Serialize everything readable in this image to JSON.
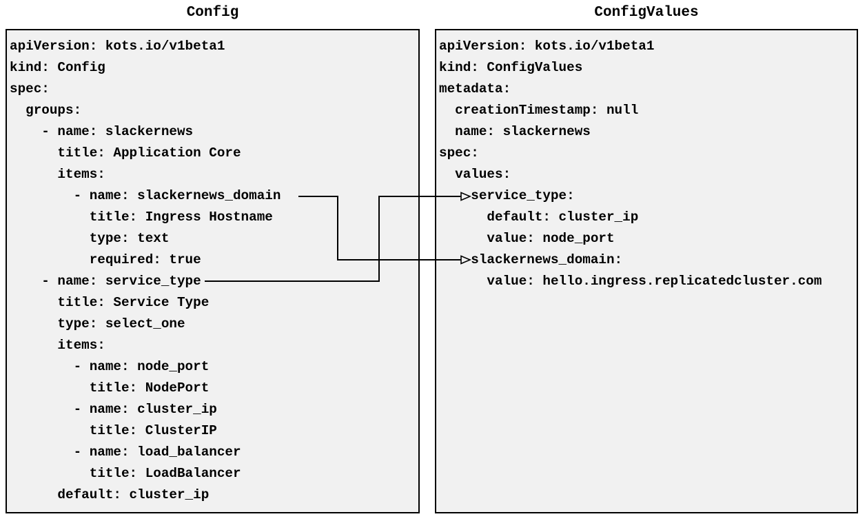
{
  "colors": {
    "page_background": "#ffffff",
    "panel_background": "#f1f1f1",
    "panel_border": "#000000",
    "code_text": "#000000",
    "arrow": "#000000"
  },
  "left_panel": {
    "title": "Config",
    "code_lines": [
      "apiVersion: kots.io/v1beta1",
      "kind: Config",
      "spec:",
      "  groups:",
      "    - name: slackernews",
      "      title: Application Core",
      "      items:",
      "        - name: slackernews_domain",
      "          title: Ingress Hostname",
      "          type: text",
      "          required: true",
      "    - name: service_type",
      "      title: Service Type",
      "      type: select_one",
      "      items:",
      "        - name: node_port",
      "          title: NodePort",
      "        - name: cluster_ip",
      "          title: ClusterIP",
      "        - name: load_balancer",
      "          title: LoadBalancer",
      "      default: cluster_ip"
    ]
  },
  "right_panel": {
    "title": "ConfigValues",
    "code_lines": [
      "apiVersion: kots.io/v1beta1",
      "kind: ConfigValues",
      "metadata:",
      "  creationTimestamp: null",
      "  name: slackernews",
      "spec:",
      "  values:",
      "    service_type:",
      "      default: cluster_ip",
      "      value: node_port",
      "    slackernews_domain:",
      "      value: hello.ingress.replicatedcluster.com"
    ]
  },
  "connections": [
    {
      "from": "slackernews_domain",
      "to": "slackernews_domain"
    },
    {
      "from": "service_type",
      "to": "service_type"
    }
  ]
}
